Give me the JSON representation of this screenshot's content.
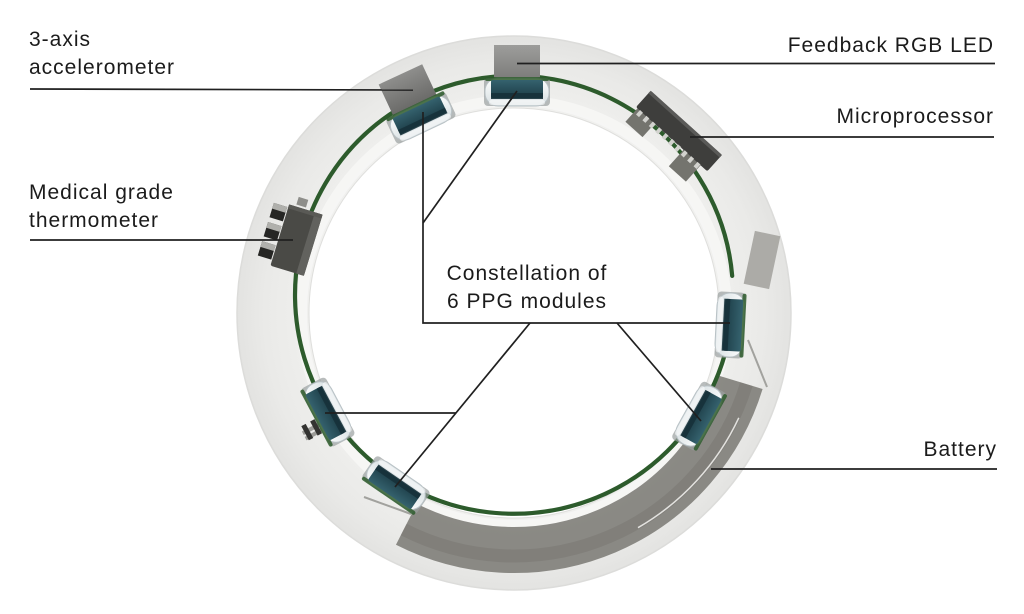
{
  "figure": {
    "kind": "annotated-component-diagram",
    "alt": "Smart ring internal components diagram"
  },
  "labels": {
    "accelerometer": {
      "line1": "3-axis",
      "line2": "accelerometer"
    },
    "thermometer": {
      "line1": "Medical grade",
      "line2": "thermometer"
    },
    "rgb_led": "Feedback RGB LED",
    "microprocessor": "Microprocessor",
    "ppg": {
      "line1": "Constellation of",
      "line2": "6 PPG modules"
    },
    "battery": "Battery"
  },
  "colors": {
    "background": "#ffffff",
    "ring_band": "#ebebe9",
    "pcb_trace": "#2d5b2c",
    "battery": "#85847e",
    "ppg_chip": "#24505c",
    "component_grey": "#8c8c8a",
    "leader_line": "#202020",
    "text": "#1b1b1b"
  }
}
